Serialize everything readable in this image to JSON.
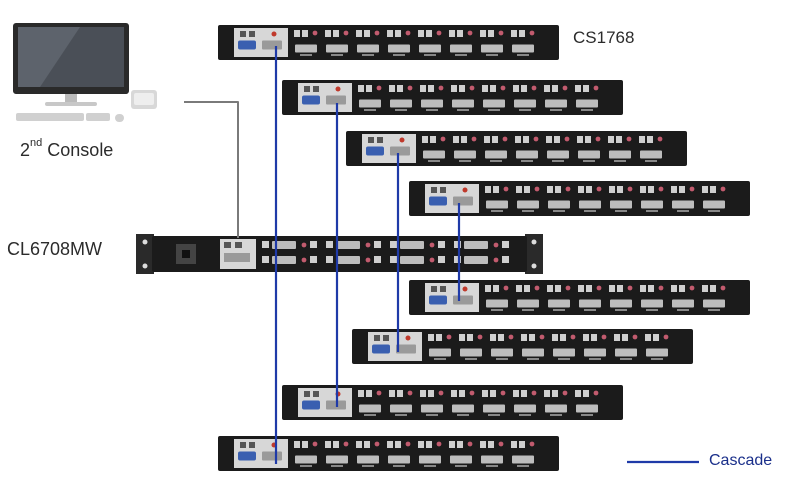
{
  "labels": {
    "switch_model": "CS1768",
    "main_model": "CL6708MW",
    "console_ordinal": "2",
    "console_suffix": "nd",
    "console_word": "Console",
    "legend_cascade": "Cascade"
  },
  "colors": {
    "cascade_line": "#1f3aa8",
    "console_line": "#7a7a7a",
    "device_body": "#1b1b1b",
    "port_panel": "#d7d7d7",
    "vga_port": "#3a5fb0",
    "label_text": "#2b2b2b"
  },
  "diagram": {
    "cascaded_switch_count": 8,
    "icons": [
      "monitor-icon",
      "keyboard-icon",
      "mouse-icon",
      "computer-tower-icon"
    ]
  }
}
